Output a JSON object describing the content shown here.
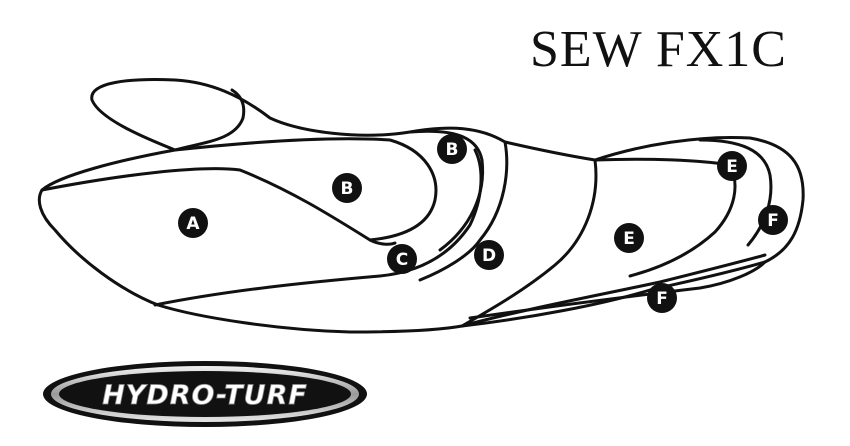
{
  "diagram": {
    "title": "SEW FX1C",
    "panels": [
      {
        "id": "A",
        "label": "A"
      },
      {
        "id": "B1",
        "label": "B"
      },
      {
        "id": "B2",
        "label": "B"
      },
      {
        "id": "C",
        "label": "C"
      },
      {
        "id": "D",
        "label": "D"
      },
      {
        "id": "E1",
        "label": "E"
      },
      {
        "id": "E2",
        "label": "E"
      },
      {
        "id": "F1",
        "label": "F"
      },
      {
        "id": "F2",
        "label": "F"
      }
    ]
  },
  "logo": {
    "text": "HYDRO-TURF",
    "colors": {
      "ring_dark": "#111111",
      "ring_light": "#d9d9d9",
      "text": "#ffffff"
    }
  }
}
